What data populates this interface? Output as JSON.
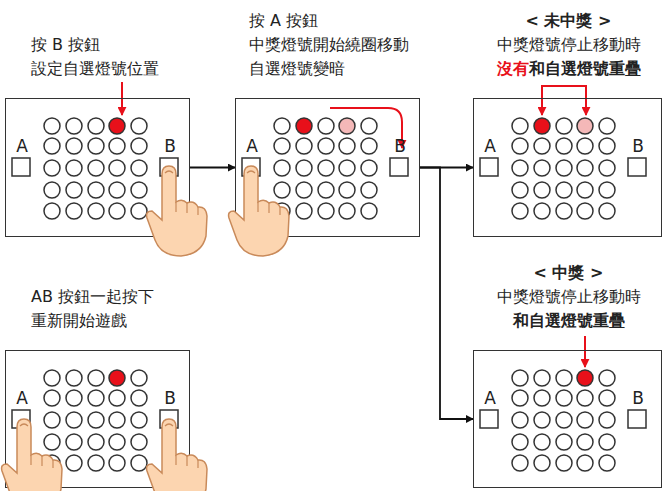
{
  "diagram": {
    "nodes": [
      {
        "text": [
          "按 B 按鈕 設定自選燈號位置"
        ]
      },
      {
        "text": [
          "按 A 按鈕 中獎燈號開始繞圈移動 自選燈號變暗"
        ]
      },
      {
        "text": [
          "< 未中獎 >",
          "中獎燈號停止移動時",
          "沒有",
          "和自選燈號重疊"
        ]
      },
      {
        "text": [
          "< 中獎 >",
          "中獎燈號停止移動時",
          "和自選燈號重疊"
        ]
      },
      {
        "text": [
          "AB 按鈕一起按下 重新開始遊戲"
        ]
      }
    ],
    "edges": [
      {
        "from": 0,
        "to": 1,
        "arrow": "to"
      },
      {
        "from": 1,
        "to": 2,
        "arrow": "to"
      },
      {
        "from": 1,
        "to": 3,
        "arrow": "to"
      }
    ],
    "labels": [
      "A",
      "B",
      "A",
      "B",
      "A",
      "B",
      "A",
      "B",
      "A",
      "B"
    ]
  }
}
